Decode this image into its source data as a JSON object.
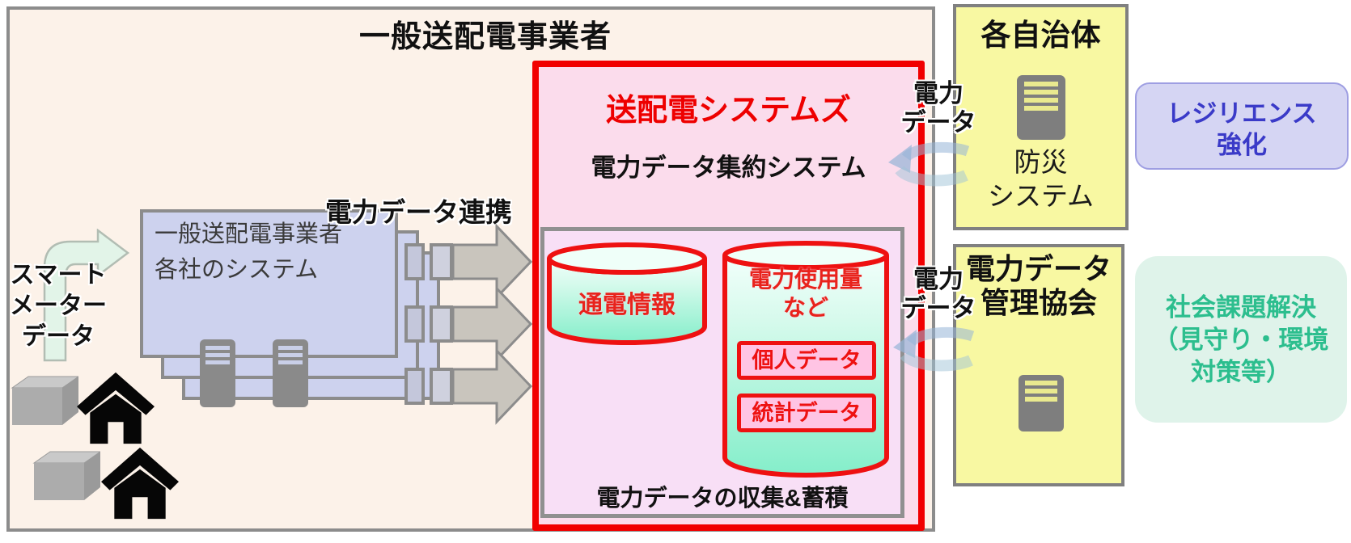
{
  "colors": {
    "outer_bg": "#FCF2E9",
    "system_lavender": "#CDD2EE",
    "red_accent": "#F10000",
    "agg_pink": "#FBDCEC",
    "inner_pink": "#F8DFF6",
    "cylinder_mint": "#86EECB",
    "chip_pink": "#FFC4E4",
    "yellow_bg": "#F8F8A2",
    "resilience_bg": "#D5D5F3",
    "resilience_text": "#3A3AC8",
    "social_bg": "#DFF3EA",
    "social_text": "#2CBE8E",
    "arrow_gray": "#C9C5BD",
    "loop_blue": "#9BB9D7",
    "mint_arrow": "#E2F4E8"
  },
  "outer": {
    "title": "一般送配電事業者"
  },
  "smart_meter": {
    "line1": "スマート",
    "line2": "メーター",
    "line3": "データ"
  },
  "utilities_system": {
    "line1": "一般送配電事業者",
    "line2": "各社のシステム"
  },
  "linkage_label": "電力データ連携",
  "aggregation": {
    "title": "送配電システムズ",
    "subtitle": "電力データ集約システム",
    "cylinder1_label": "通電情報",
    "cylinder2_line1": "電力使用量",
    "cylinder2_line2": "など",
    "personal_data": "個人データ",
    "stats_data": "統計データ",
    "footer": "電力データの収集&蓄積"
  },
  "power_data_label": {
    "line1": "電力",
    "line2": "データ"
  },
  "municipality": {
    "title": "各自治体",
    "system_line1": "防災",
    "system_line2": "システム"
  },
  "association": {
    "title_line1": "電力データ",
    "title_line2": "管理協会"
  },
  "outcomes": {
    "resilience_line1": "レジリエンス",
    "resilience_line2": "強化",
    "social_line1": "社会課題解決",
    "social_line2": "（見守り・環境",
    "social_line3": "対策等）"
  }
}
